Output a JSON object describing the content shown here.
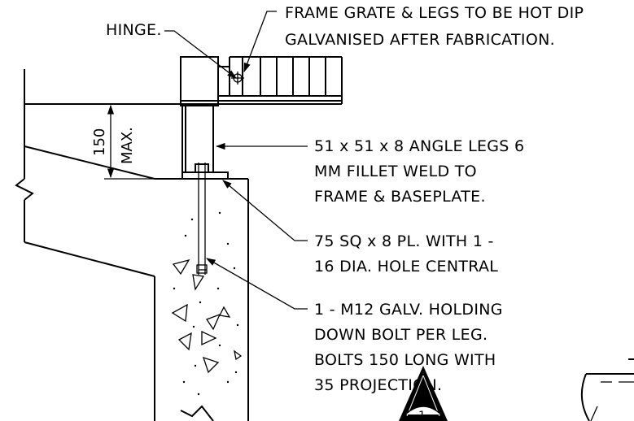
{
  "notes": {
    "hinge": "HINGE.",
    "galv_line1": "FRAME GRATE & LEGS TO BE HOT DIP",
    "galv_line2": "GALVANISED AFTER FABRICATION.",
    "angle_line1": "51 x 51 x 8 ANGLE LEGS 6",
    "angle_line2": "MM FILLET WELD TO",
    "angle_line3": "FRAME & BASEPLATE.",
    "plate_line1": "75 SQ x 8 PL. WITH 1 -",
    "plate_line2": "16 DIA. HOLE CENTRAL",
    "bolt_line1": "1 - M12 GALV. HOLDING",
    "bolt_line2": "DOWN BOLT PER LEG.",
    "bolt_line3": "BOLTS 150 LONG WITH",
    "bolt_line4": "35 PROJECTION."
  },
  "dimension": {
    "value": "150",
    "suffix": "MAX."
  },
  "section_marker": {
    "number": "1"
  }
}
